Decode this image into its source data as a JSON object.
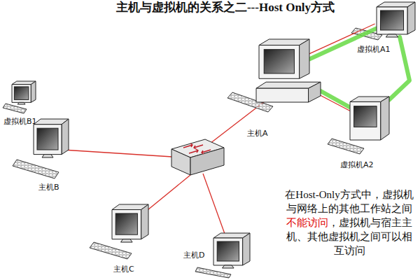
{
  "diagram": {
    "title": "主机与虚拟机的关系之二---Host Only方式",
    "nodes": [
      {
        "text": [
          "虚拟机A1"
        ]
      },
      {
        "text": [
          "虚拟机B1"
        ]
      },
      {
        "text": [
          "主机A"
        ]
      },
      {
        "text": [
          "主机B"
        ]
      },
      {
        "text": [
          "虚拟机A2"
        ]
      },
      {
        "text": [
          "主机C"
        ]
      },
      {
        "text": [
          "主机D"
        ]
      }
    ],
    "edges": [
      {
        "from": 2,
        "to": 0,
        "arrow": "none"
      },
      {
        "from": 2,
        "to": 0,
        "arrow": "none"
      },
      {
        "from": 2,
        "to": 4,
        "arrow": "none"
      },
      {
        "from": 0,
        "to": 4,
        "arrow": "none"
      }
    ],
    "labels": [
      "在Host-Only方式中，虚拟机与网络上的其他工作站之间",
      "不能访问",
      "，虚拟机与宿主主机、其他虚拟机之间可以相互访问"
    ]
  }
}
